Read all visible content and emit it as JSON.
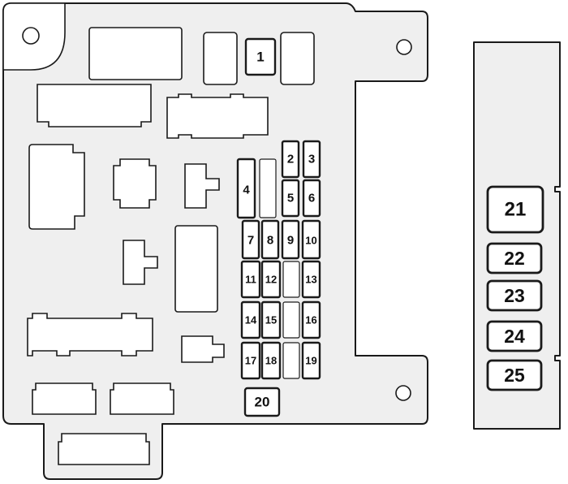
{
  "main_box": {
    "fuses": [
      "1",
      "2",
      "3",
      "4",
      "5",
      "6",
      "7",
      "8",
      "9",
      "10",
      "11",
      "12",
      "13",
      "14",
      "15",
      "16",
      "17",
      "18",
      "19",
      "20"
    ]
  },
  "side_box": {
    "fuses": [
      "21",
      "22",
      "23",
      "24",
      "25"
    ]
  }
}
